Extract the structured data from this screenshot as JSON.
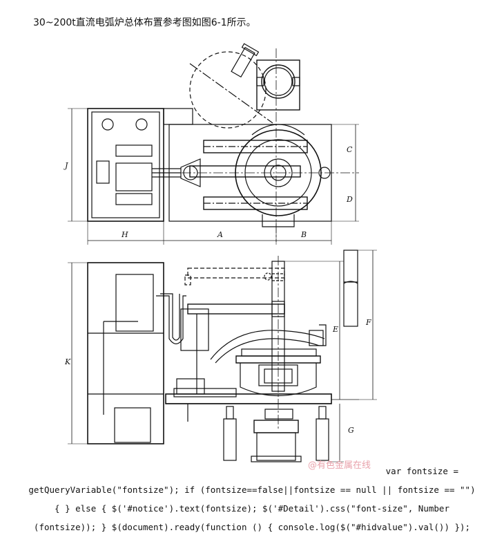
{
  "intro_text": "30~200t直流电弧炉总体布置参考图如图6-1所示。",
  "dimension_labels": {
    "J": "J",
    "H": "H",
    "A": "A",
    "B": "B",
    "C": "C",
    "D": "D",
    "K": "K",
    "E": "E",
    "F": "F",
    "G": "G"
  },
  "watermark": "@有色金属在线",
  "code_lines": [
    "var fontsize =",
    "getQueryVariable(\"fontsize\"); if (fontsize==false||fontsize == null || fontsize == \"\")",
    "{ } else { $('#notice').text(fontsize); $('#Detail').css(\"font-size\", Number",
    "(fontsize)); } $(document).ready(function () { console.log($(\"#hidvalue\").val()) });"
  ]
}
